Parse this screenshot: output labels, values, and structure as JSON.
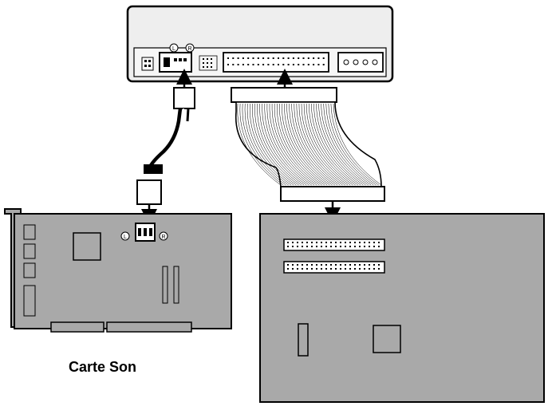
{
  "labels": {
    "sound_card": "Carte Son",
    "left_channel": "L",
    "right_channel": "R"
  },
  "colors": {
    "board_fill": "#a9a9a9",
    "drive_fill": "#eeeeee",
    "outline": "#000000",
    "connector_fill": "#ffffff"
  }
}
